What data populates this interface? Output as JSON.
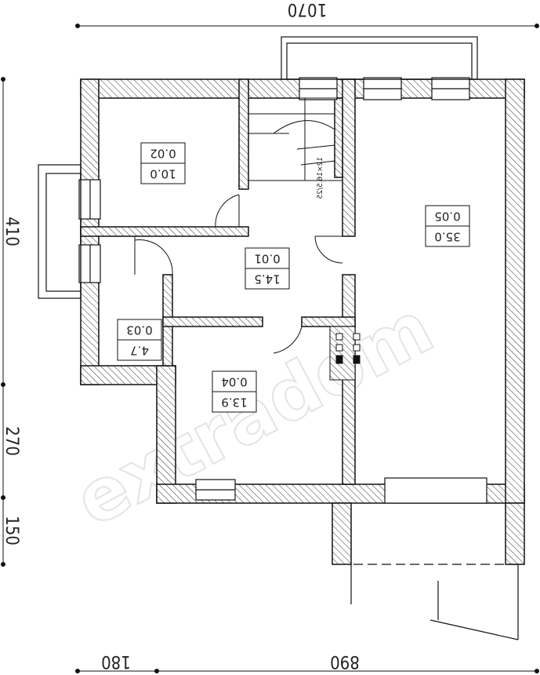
{
  "dimensions": {
    "top_total": "1070",
    "bottom_left": "180",
    "bottom_right": "890",
    "left_upper": "410",
    "left_middle": "270",
    "left_lower": "150"
  },
  "rooms": [
    {
      "id": "0.01",
      "area": "14.5"
    },
    {
      "id": "0.02",
      "area": "10.0"
    },
    {
      "id": "0.03",
      "area": "4.7"
    },
    {
      "id": "0.04",
      "area": "13.9"
    },
    {
      "id": "0.05",
      "area": "35.0"
    }
  ],
  "stair_label": "12×16.5/25",
  "watermark": "extradom"
}
